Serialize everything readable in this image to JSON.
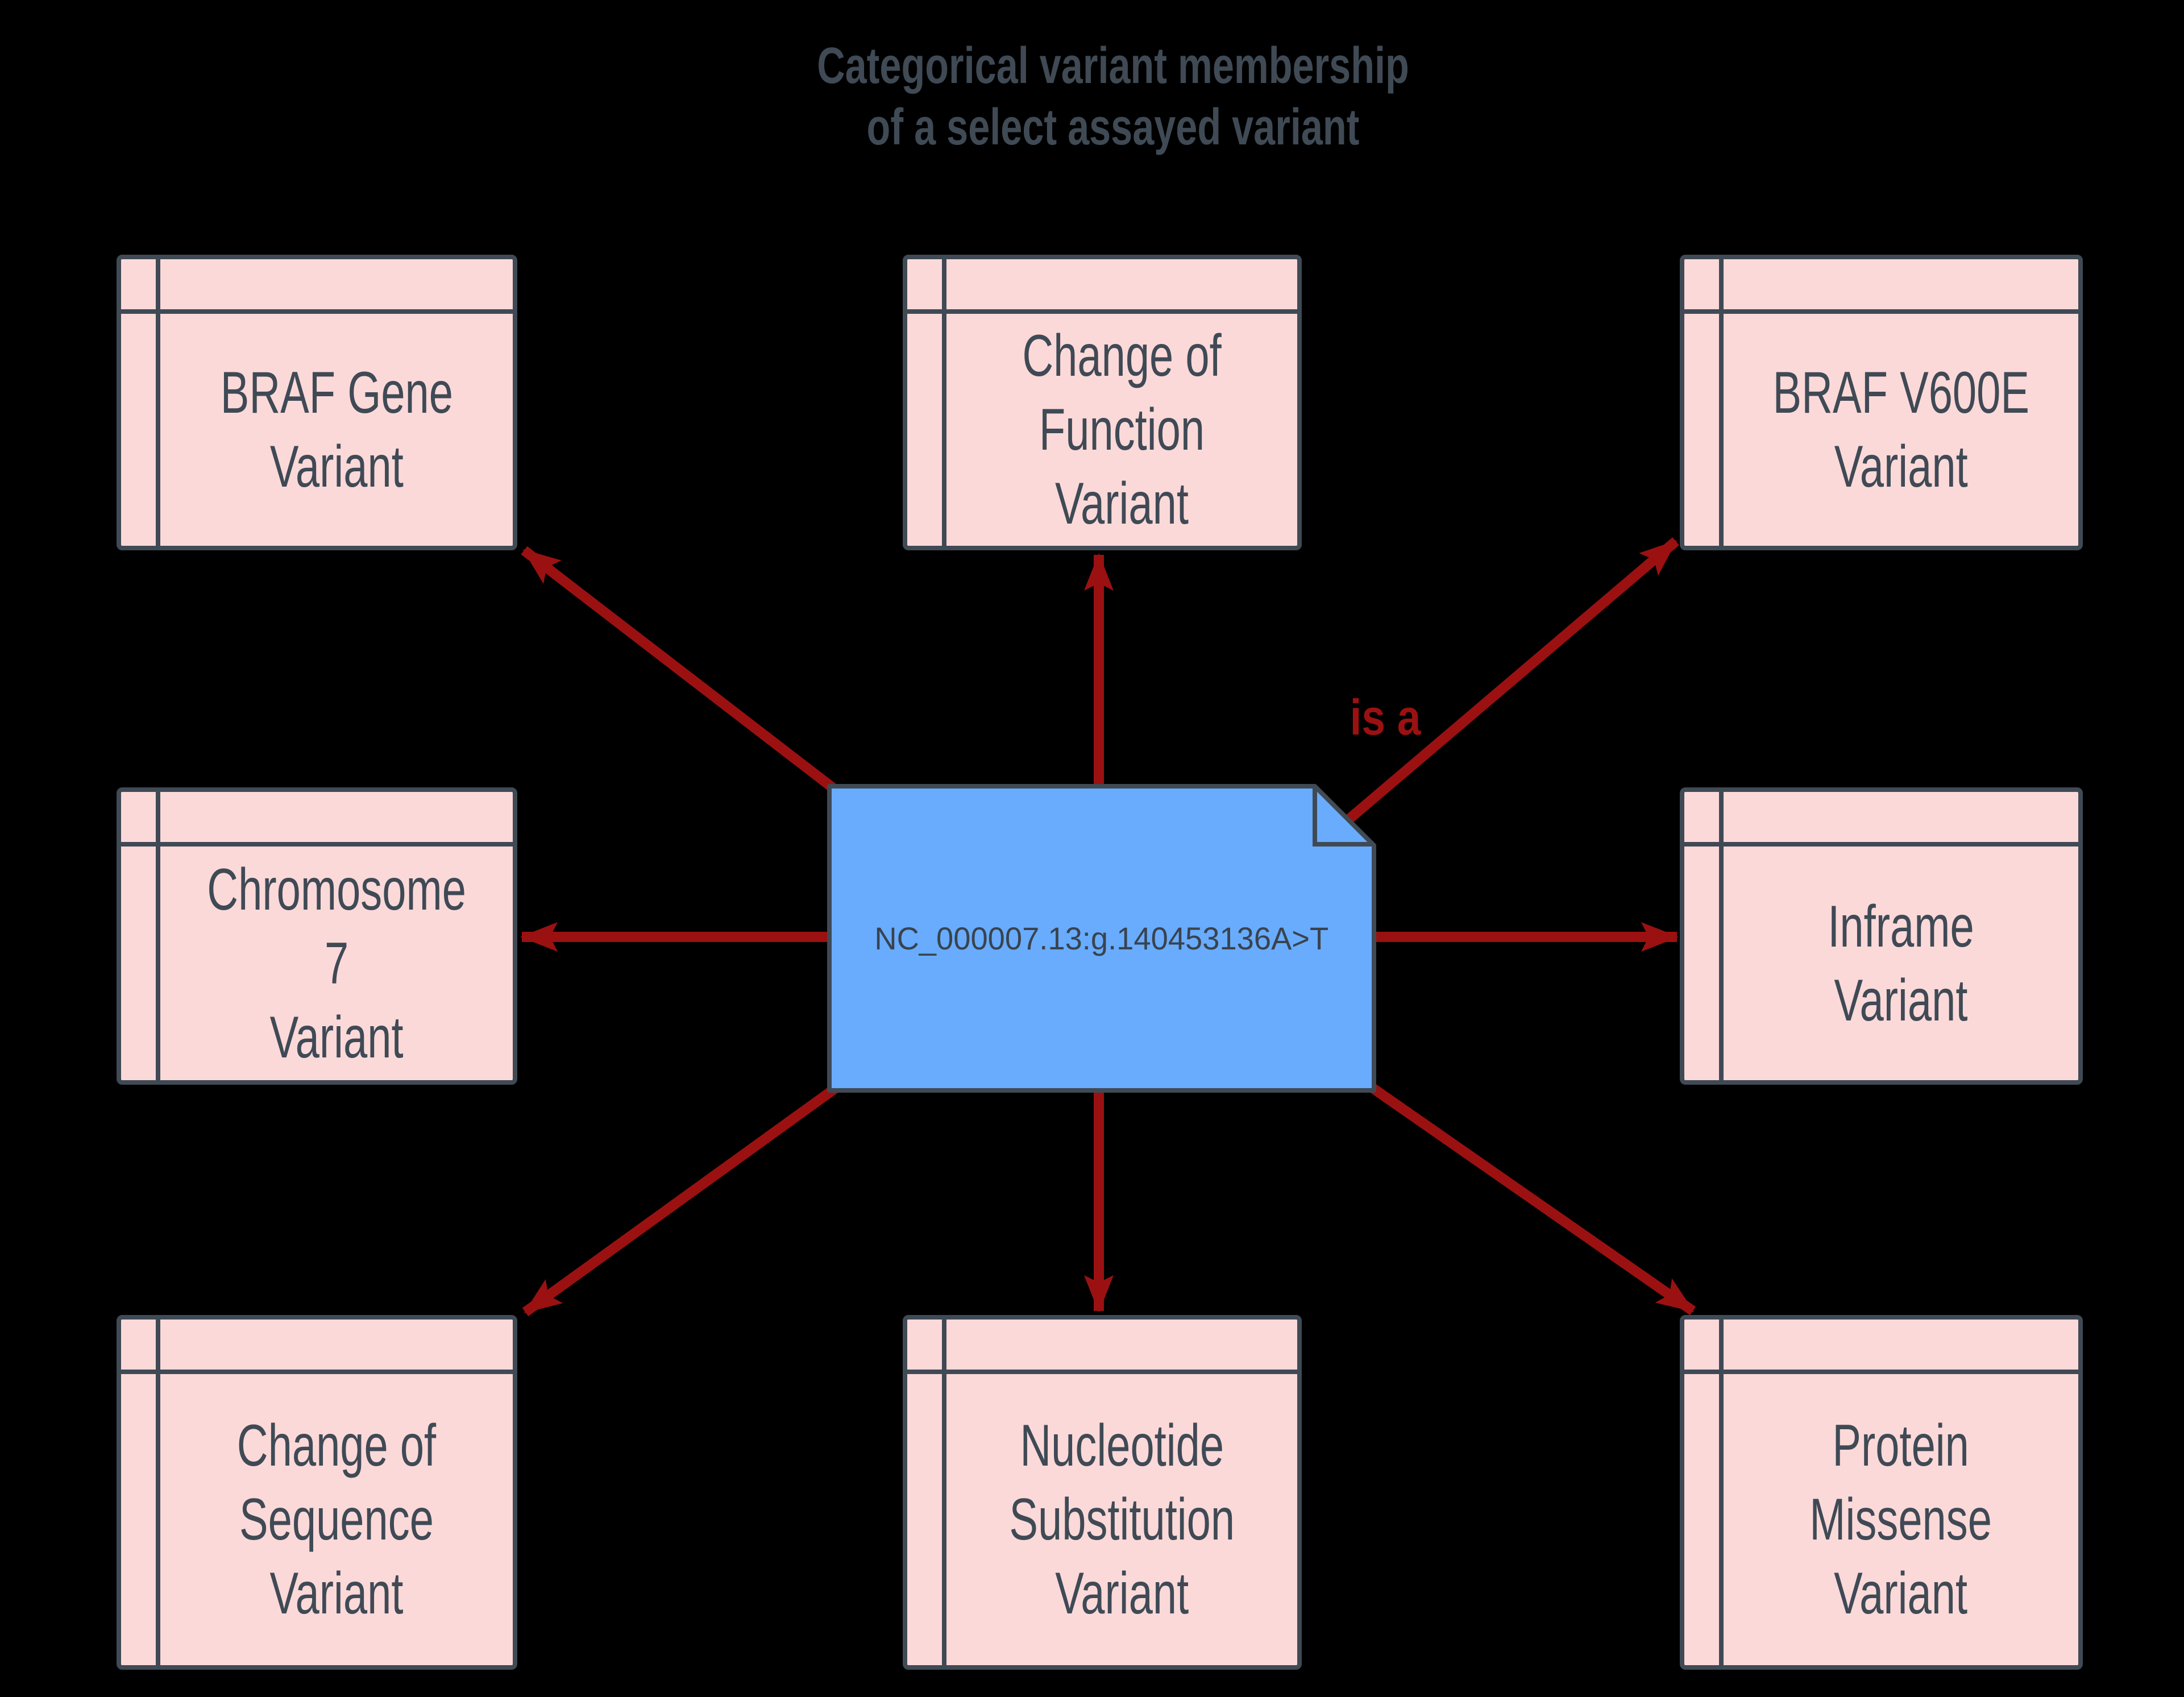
{
  "title": {
    "text": "Categorical variant membership\nof a select assayed variant"
  },
  "center_node": {
    "id": "assayed-variant",
    "label": "NC_000007.13:g.140453136A>T",
    "shape": "note"
  },
  "edge_label": {
    "text": "is a"
  },
  "boxes": [
    {
      "id": "braf-gene-variant",
      "position": "top-left",
      "label": "BRAF Gene\nVariant"
    },
    {
      "id": "change-of-function-variant",
      "position": "top-center",
      "label": "Change of\nFunction Variant"
    },
    {
      "id": "braf-v600e-variant",
      "position": "top-right",
      "label": "BRAF V600E\nVariant"
    },
    {
      "id": "chromosome-7-variant",
      "position": "middle-left",
      "label": "Chromosome 7\nVariant"
    },
    {
      "id": "inframe-variant",
      "position": "middle-right",
      "label": "Inframe Variant"
    },
    {
      "id": "change-of-sequence-variant",
      "position": "bottom-left",
      "label": "Change of\nSequence\nVariant"
    },
    {
      "id": "nucleotide-substitution-variant",
      "position": "bottom-center",
      "label": "Nucleotide\nSubstitution\nVariant"
    },
    {
      "id": "protein-missense-variant",
      "position": "bottom-right",
      "label": "Protein\nMissense\nVariant"
    }
  ],
  "edges": [
    {
      "from": "assayed-variant",
      "to": "braf-gene-variant",
      "direction": "northwest"
    },
    {
      "from": "assayed-variant",
      "to": "change-of-function-variant",
      "direction": "north"
    },
    {
      "from": "assayed-variant",
      "to": "braf-v600e-variant",
      "direction": "northeast",
      "label": "is a"
    },
    {
      "from": "assayed-variant",
      "to": "chromosome-7-variant",
      "direction": "west"
    },
    {
      "from": "assayed-variant",
      "to": "inframe-variant",
      "direction": "east"
    },
    {
      "from": "assayed-variant",
      "to": "change-of-sequence-variant",
      "direction": "southwest"
    },
    {
      "from": "assayed-variant",
      "to": "nucleotide-substitution-variant",
      "direction": "south"
    },
    {
      "from": "assayed-variant",
      "to": "protein-missense-variant",
      "direction": "southeast"
    }
  ],
  "colors": {
    "background": "#000000",
    "box-fill": "#FCD9D9",
    "box-border": "#3F4A55",
    "text": "#3F4A55",
    "note-fill": "#69ACFD",
    "note-border": "#3F4A55",
    "red": "#9B1111"
  }
}
